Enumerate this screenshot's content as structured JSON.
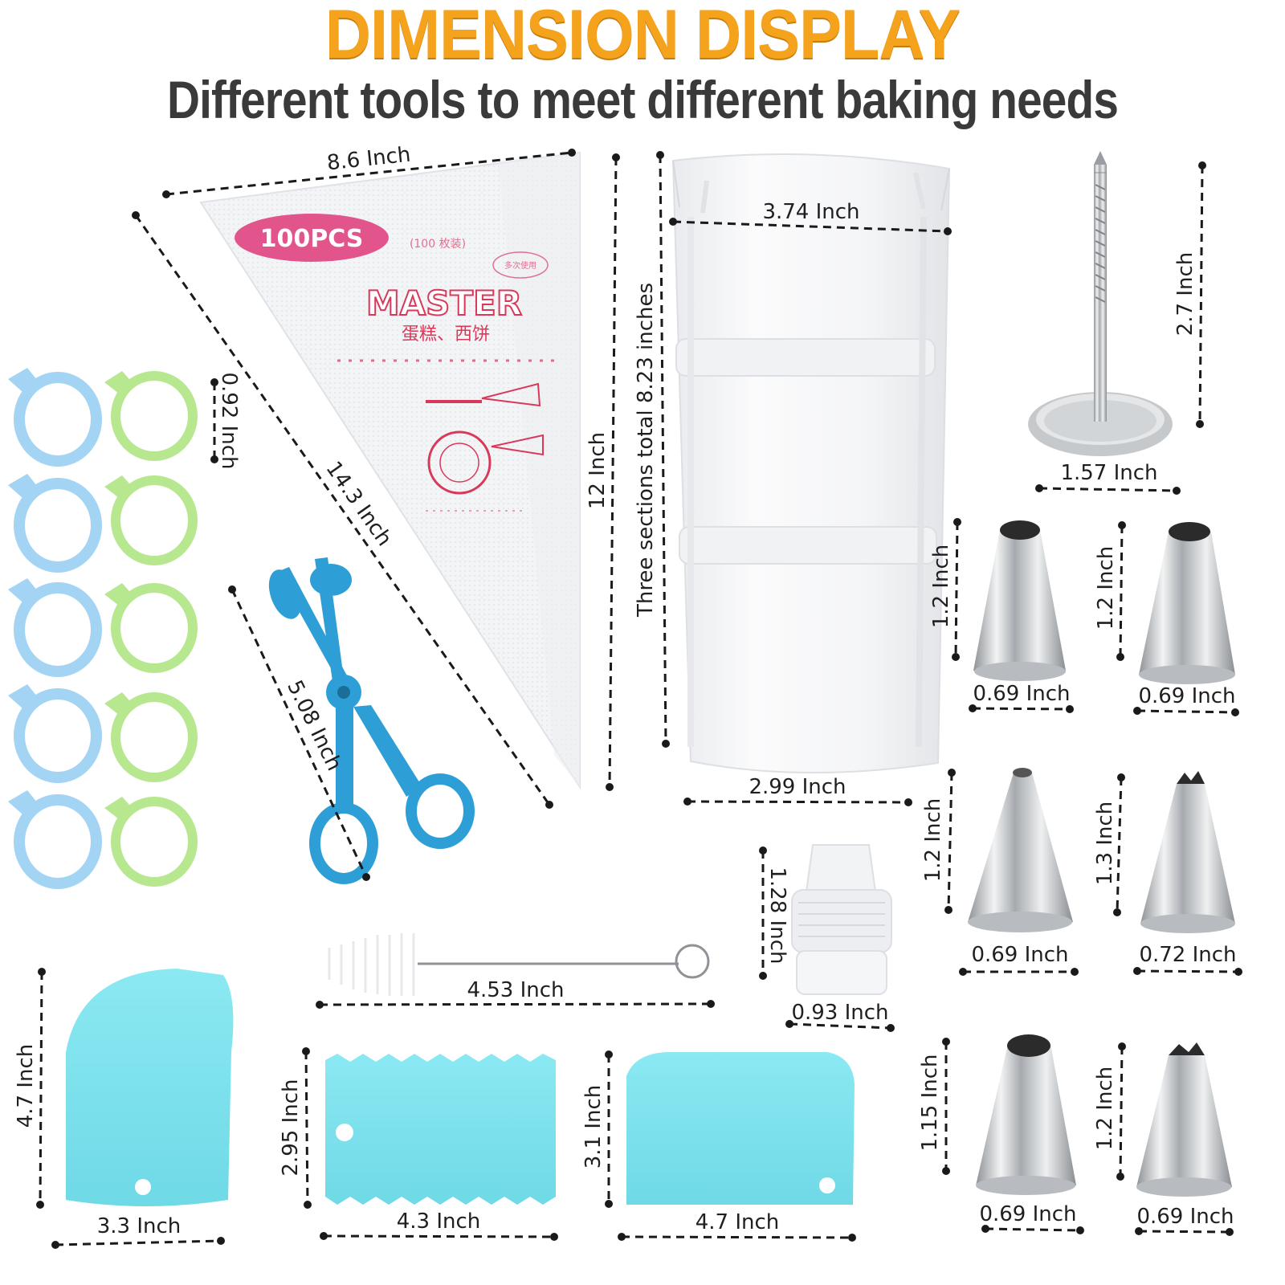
{
  "colors": {
    "title": "#f5a21c",
    "subtitle": "#3a3a3a",
    "label": "#1f1f1f",
    "bag_pink": "#e2558c",
    "bag_red": "#d8395a",
    "scissors": "#2d9fd6",
    "scraper": "#7fe5ef",
    "ring_blue": "#9fd3f3",
    "ring_green": "#b6e88d",
    "steel": "#b9bcc0"
  },
  "header": {
    "title": "DIMENSION DISPLAY",
    "subtitle": "Different tools to meet different baking needs"
  },
  "bag": {
    "badge": "100PCS",
    "badge_sub": "(100 枚装)",
    "brand": "MASTER",
    "brand_sub": "蛋糕、西饼",
    "tag": "多次使用"
  },
  "labels": {
    "bag_width": "8.6 Inch",
    "bag_diagonal": "14.3 Inch",
    "bag_height": "12 Inch",
    "ring_height": "0.92 Inch",
    "scissors_length": "5.08 Inch",
    "stand_total": "Three sections total 8.23 inches",
    "stand_top": "3.74 Inch",
    "stand_bottom": "2.99 Inch",
    "nail_height": "2.7 Inch",
    "nail_base": "1.57 Inch",
    "tip1_h": "1.2 Inch",
    "tip1_w": "0.69 Inch",
    "tip2_h": "1.2 Inch",
    "tip2_w": "0.69 Inch",
    "tip3_h": "1.2 Inch",
    "tip3_w": "0.69 Inch",
    "tip4_h": "1.3 Inch",
    "tip4_w": "0.72 Inch",
    "tip5_h": "1.15 Inch",
    "tip5_w": "0.69 Inch",
    "tip6_h": "1.2 Inch",
    "tip6_w": "0.69 Inch",
    "coupler_h": "1.28 Inch",
    "coupler_w": "0.93 Inch",
    "brush_len": "4.53 Inch",
    "scraper1_h": "4.7 Inch",
    "scraper1_w": "3.3 Inch",
    "scraper2_h": "2.95 Inch",
    "scraper2_w": "4.3 Inch",
    "scraper3_h": "3.1 Inch",
    "scraper3_w": "4.7 Inch"
  }
}
